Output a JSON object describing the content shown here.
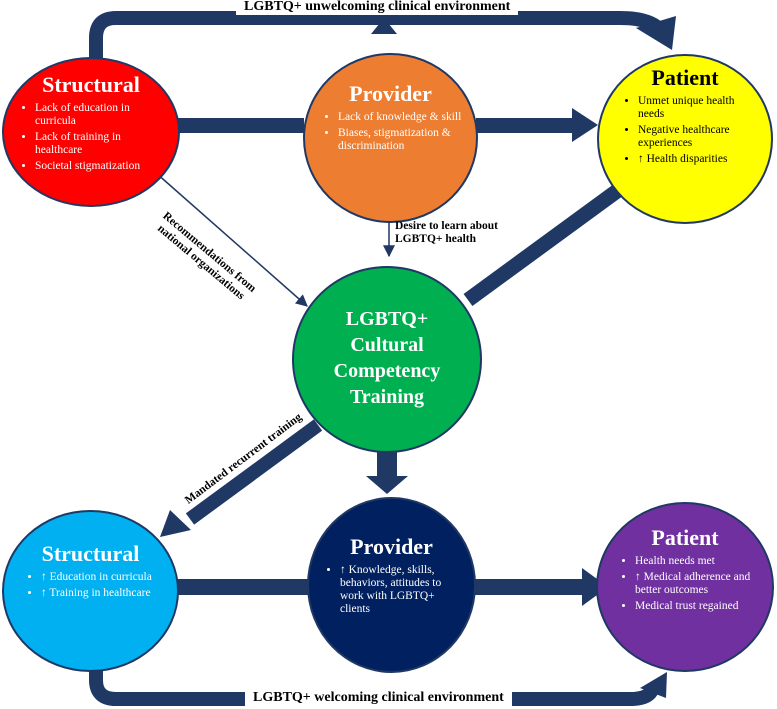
{
  "top_banner": "LGBTQ+ unwelcoming clinical environment",
  "bottom_banner": "LGBTQ+ welcoming clinical environment",
  "nodes": {
    "structural_top": {
      "title": "Structural",
      "items": [
        "Lack of education in curricula",
        "Lack of training in healthcare",
        "Societal stigmatization"
      ],
      "color": "#ff0000"
    },
    "provider_top": {
      "title": "Provider",
      "items": [
        "Lack of knowledge & skill",
        "Biases, stigmatization & discrimination"
      ],
      "color": "#ed7d31"
    },
    "patient_top": {
      "title": "Patient",
      "items": [
        "Unmet unique health needs",
        "Negative healthcare experiences",
        "↑ Health disparities"
      ],
      "color": "#ffff00"
    },
    "center": {
      "title_lines": [
        "LGBTQ+",
        "Cultural",
        "Competency",
        "Training"
      ],
      "color": "#00b050"
    },
    "structural_bottom": {
      "title": "Structural",
      "items": [
        "↑ Education in curricula",
        "↑ Training in healthcare"
      ],
      "color": "#00b0f0"
    },
    "provider_bottom": {
      "title": "Provider",
      "items": [
        "↑ Knowledge, skills, behaviors, attitudes to work with LGBTQ+ clients"
      ],
      "color": "#002060"
    },
    "patient_bottom": {
      "title": "Patient",
      "items": [
        "Health needs met",
        "↑ Medical adherence and better outcomes",
        "Medical trust regained"
      ],
      "color": "#7030a0"
    }
  },
  "labels": {
    "desire": [
      "Desire to learn about",
      "LGBTQ+ health"
    ],
    "recommendations": [
      "Recommendations from",
      "national organizations"
    ],
    "mandated": "Mandated recurrent training"
  },
  "colors": {
    "arrow": "#1f3864"
  }
}
